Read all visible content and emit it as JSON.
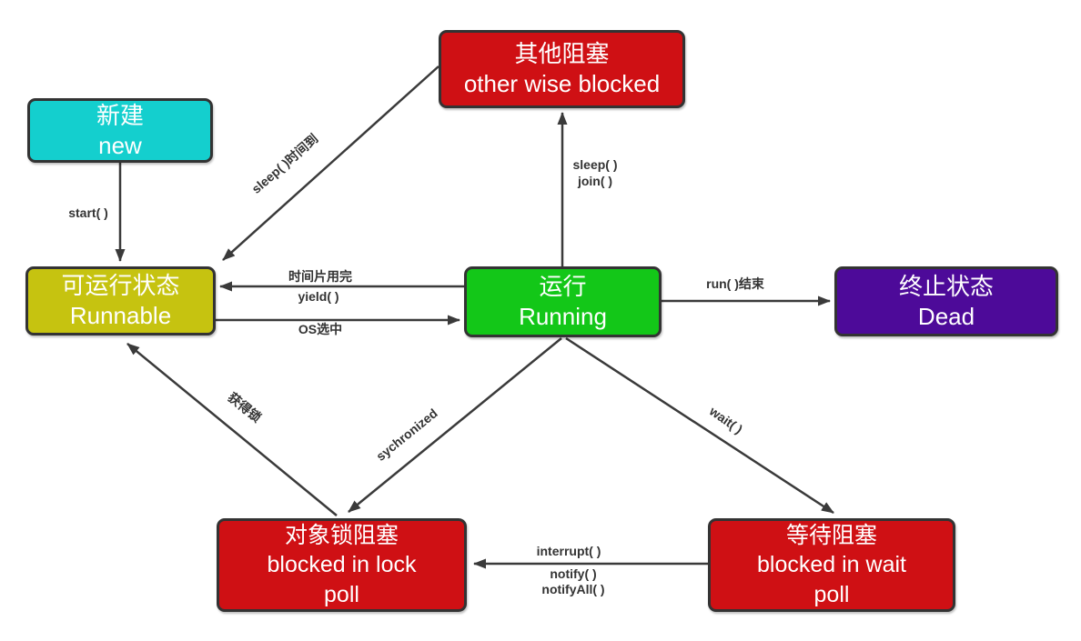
{
  "diagram": {
    "nodes": {
      "new": {
        "zh": "新建",
        "en": "new",
        "color": "#14cfce"
      },
      "other_blocked": {
        "zh": "其他阻塞",
        "en": "other wise blocked",
        "color": "#cf1014"
      },
      "runnable": {
        "zh": "可运行状态",
        "en": "Runnable",
        "color": "#c6c310"
      },
      "running": {
        "zh": "运行",
        "en": "Running",
        "color": "#13c718"
      },
      "dead": {
        "zh": "终止状态",
        "en": "Dead",
        "color": "#4d0a99"
      },
      "lock_blocked": {
        "zh": "对象锁阻塞",
        "en": "blocked in lock",
        "extra": "poll",
        "color": "#cf1014"
      },
      "wait_blocked": {
        "zh": "等待阻塞",
        "en": "blocked in wait",
        "extra": "poll",
        "color": "#cf1014"
      }
    },
    "edge_labels": {
      "start": "start( )",
      "sleep_timeout": "sleep( )时间到",
      "sleep": "sleep( )",
      "join": "join( )",
      "timeslice_used": "时间片用完",
      "yield": "yield( )",
      "os_selected": "OS选中",
      "run_end": "run( )结束",
      "sychronized": "sychronized",
      "acquire_lock": "获得锁",
      "wait": "wait( )",
      "interrupt": "interrupt( )",
      "notify": "notify( )",
      "notify_all": "notifyAll( )"
    },
    "colors": {
      "background": "#ffffff",
      "node_border": "#333333",
      "arrow": "#3a3a3a",
      "label_text": "#333333",
      "node_text": "#ffffff"
    }
  }
}
